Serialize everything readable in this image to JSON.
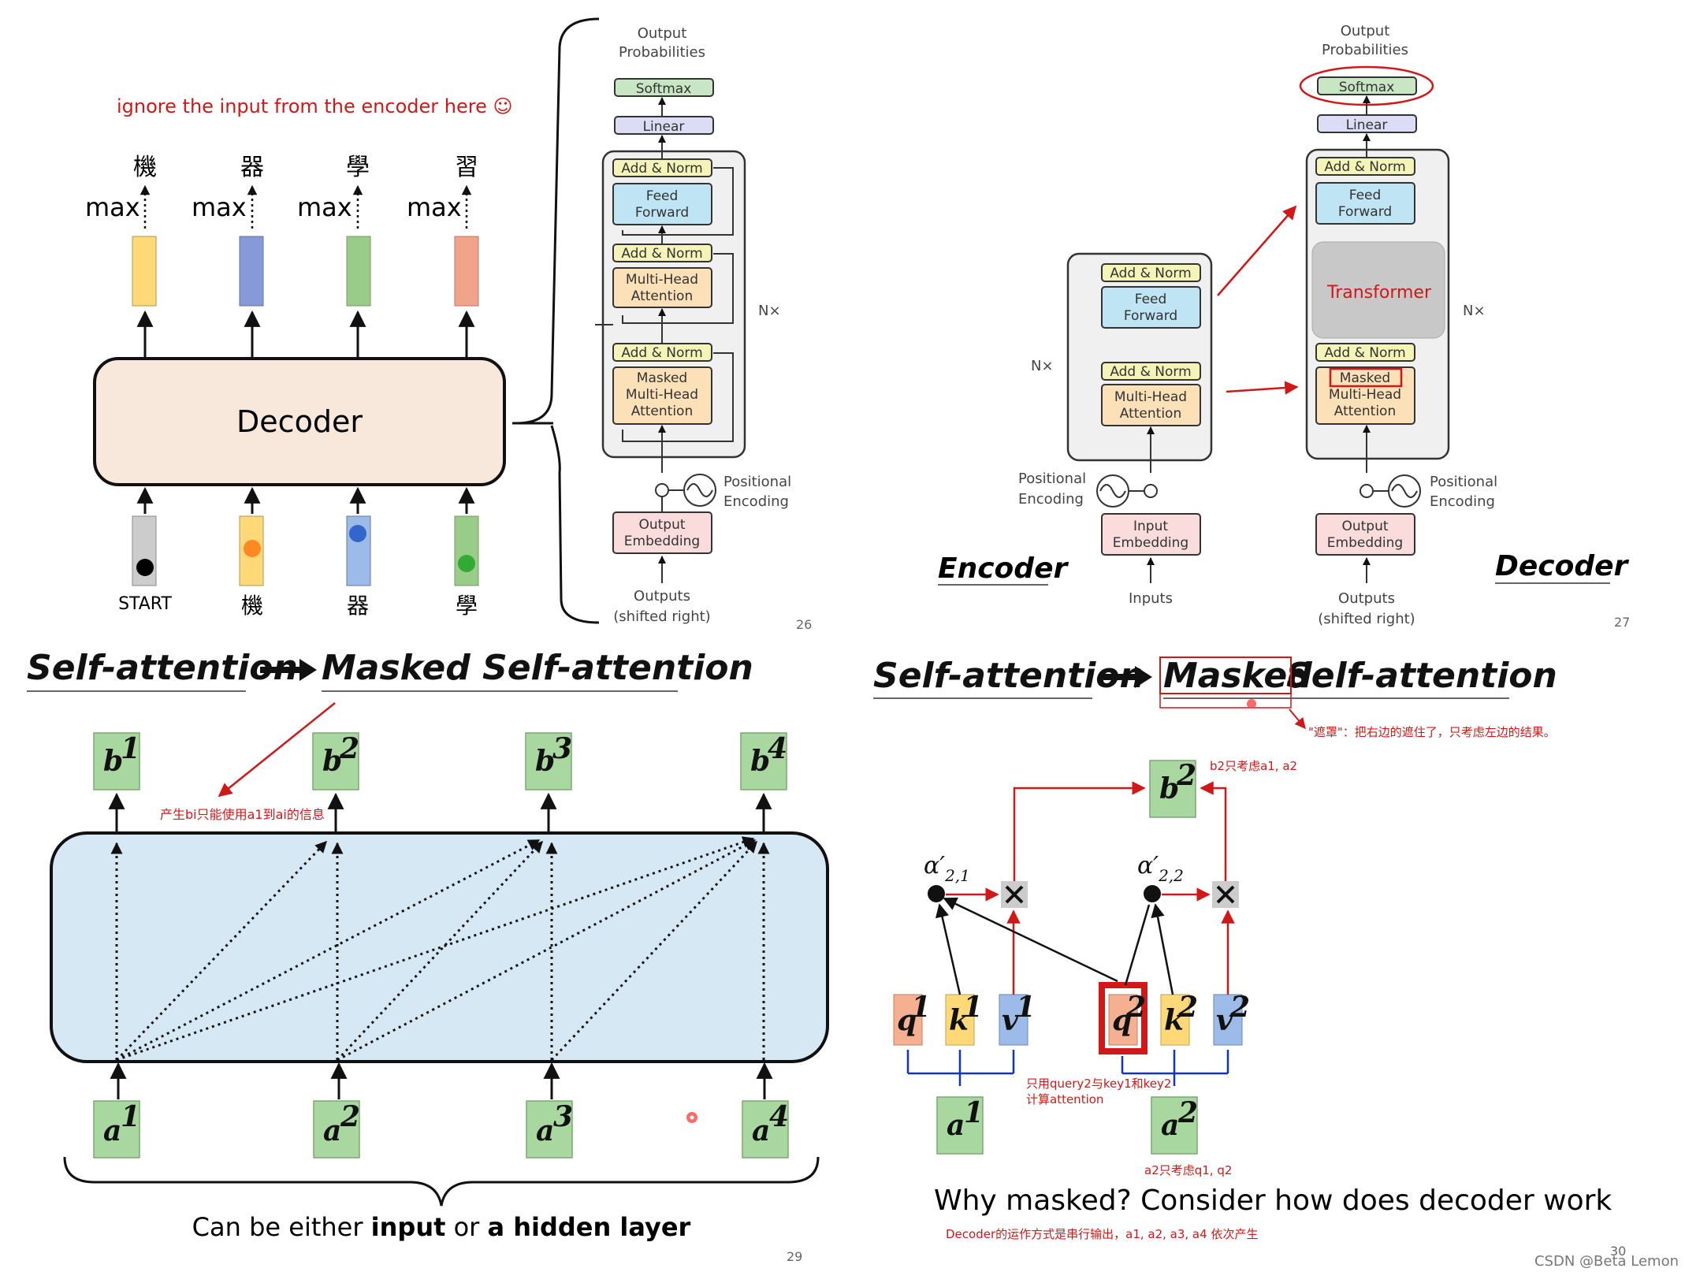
{
  "q1": {
    "note": "ignore the input from the encoder here ☺",
    "outputs": [
      "機",
      "器",
      "學",
      "習"
    ],
    "max_label": "max",
    "decoder_label": "Decoder",
    "inputs": [
      "START",
      "機",
      "器",
      "學"
    ],
    "output_colors": [
      "#ffd878",
      "#8899d8",
      "#99cc88",
      "#f2a48a"
    ],
    "input_colors": [
      "#cccccc",
      "#ffd878",
      "#9dbbe8",
      "#99cc88"
    ],
    "dot_colors": [
      "#000000",
      "#ff8822",
      "#3366cc",
      "#33aa33"
    ],
    "arch": {
      "output_probs": [
        "Output",
        "Probabilities"
      ],
      "softmax": "Softmax",
      "linear": "Linear",
      "add_norm": "Add & Norm",
      "feed_forward": [
        "Feed",
        "Forward"
      ],
      "mha": [
        "Multi-Head",
        "Attention"
      ],
      "masked_mha": [
        "Masked",
        "Multi-Head",
        "Attention"
      ],
      "nx": "N×",
      "pos_enc": [
        "Positional",
        "Encoding"
      ],
      "out_emb": [
        "Output",
        "Embedding"
      ],
      "outputs_shifted": [
        "Outputs",
        "(shifted right)"
      ]
    },
    "page": "26"
  },
  "q2": {
    "output_probs": [
      "Output",
      "Probabilities"
    ],
    "softmax": "Softmax",
    "linear": "Linear",
    "add_norm": "Add & Norm",
    "feed_forward": [
      "Feed",
      "Forward"
    ],
    "mha": [
      "Multi-Head",
      "Attention"
    ],
    "masked": "Masked",
    "transformer": "Transformer",
    "nx": "N×",
    "pos_enc": [
      "Positional",
      "Encoding"
    ],
    "input_emb": [
      "Input",
      "Embedding"
    ],
    "out_emb": [
      "Output",
      "Embedding"
    ],
    "inputs": "Inputs",
    "outputs_shifted": [
      "Outputs",
      "(shifted right)"
    ],
    "encoder": "Encoder",
    "decoder": "Decoder",
    "page": "27"
  },
  "q3": {
    "heading_left": "Self-attention",
    "heading_right": "Masked Self-attention",
    "annotation": "产生bi只能使用a1到ai的信息",
    "b_labels": [
      "b",
      "b",
      "b",
      "b"
    ],
    "a_labels": [
      "a",
      "a",
      "a",
      "a"
    ],
    "sups": [
      "1",
      "2",
      "3",
      "4"
    ],
    "caption_pre": "Can be either ",
    "caption_b1": "input",
    "caption_mid": " or ",
    "caption_b2": "a hidden layer",
    "page": "29"
  },
  "q4": {
    "heading_left": "Self-attention",
    "heading_masked": "Masked",
    "heading_rest": " Self-attention",
    "mask_note": "\"遮罩\"：把右边的遮住了，只考虑左边的结果。",
    "b2_note": "b2只考虑a1, a2",
    "alpha1": "α′",
    "alpha1_sub": "2,1",
    "alpha2": "α′",
    "alpha2_sub": "2,2",
    "vectors": [
      "q",
      "k",
      "v",
      "q",
      "k",
      "v"
    ],
    "vector_sups": [
      "1",
      "1",
      "1",
      "2",
      "2",
      "2"
    ],
    "query_note": [
      "只用query2与key1和key2",
      "计算attention"
    ],
    "a2_note": "a2只考虑q1, q2",
    "why": "Why masked?  Consider how does decoder work",
    "decoder_note": "Decoder的运作方式是串行输出，a1, a2, a3, a4 依次产生",
    "page": "30",
    "watermark": "CSDN @Beta Lemon"
  }
}
